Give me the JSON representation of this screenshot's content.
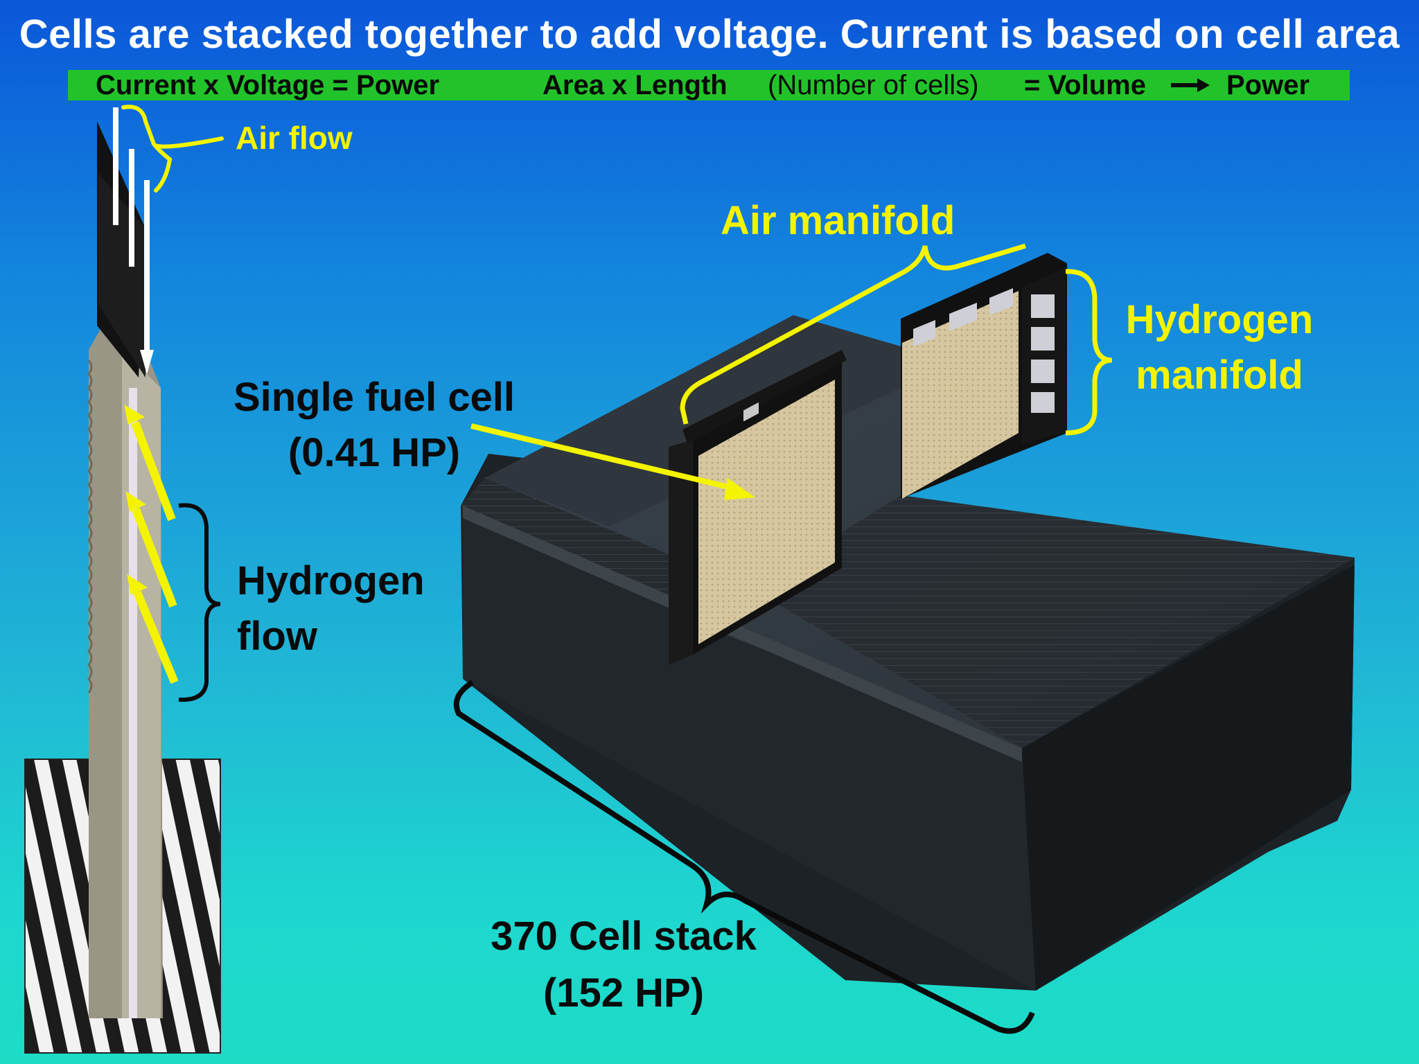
{
  "header": {
    "title": "Cells are stacked together to add voltage.  Current is based on cell area",
    "formula_left": "Current  x  Voltage = Power",
    "formula_area": "Area  x  Length",
    "formula_paren": "(Number of cells)",
    "formula_eq": "= Volume",
    "formula_power": "Power"
  },
  "labels": {
    "air_flow": "Air flow",
    "hydrogen_flow_1": "Hydrogen",
    "hydrogen_flow_2": "flow",
    "air_manifold": "Air manifold",
    "hydrogen_manifold_1": "Hydrogen",
    "hydrogen_manifold_2": "manifold",
    "single_cell_1": "Single fuel cell",
    "single_cell_2": "(0.41 HP)",
    "stack_1": "370 Cell stack",
    "stack_2": "(152 HP)"
  },
  "colors": {
    "background_top": "#0b57d9",
    "background_bottom": "#1cdcc6",
    "formula_bar": "#22c32a",
    "annotation_yellow": "#f4f400",
    "stack_body": "#1e2327",
    "cell_membrane": "#d8c9a4"
  }
}
